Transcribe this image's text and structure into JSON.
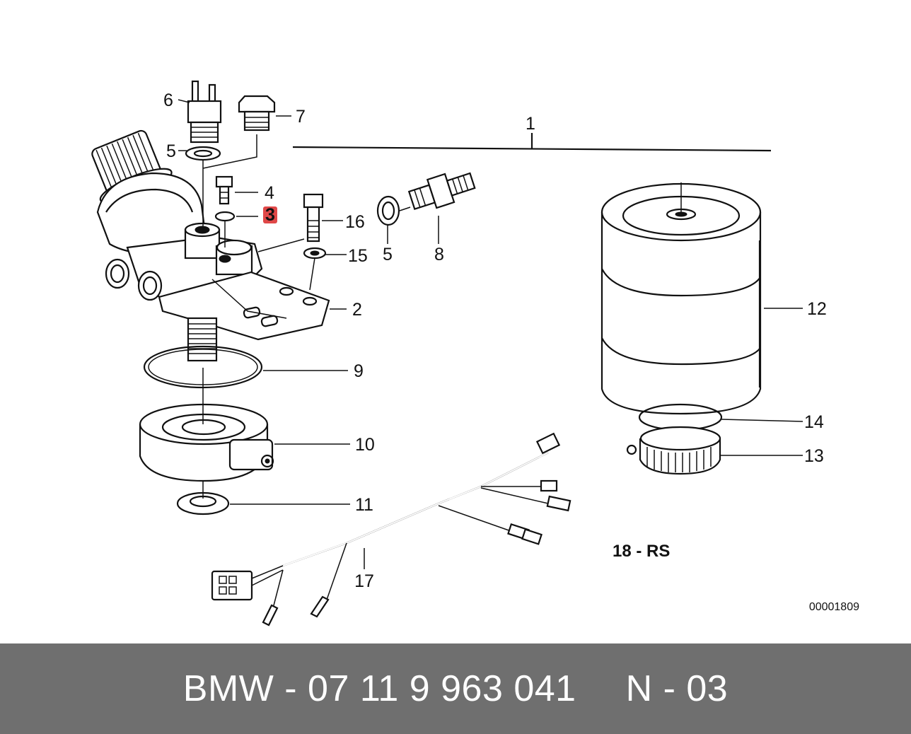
{
  "diagram": {
    "callouts": {
      "c1": "1",
      "c2": "2",
      "c3": "3",
      "c4": "4",
      "c5a": "5",
      "c5b": "5",
      "c6": "6",
      "c7": "7",
      "c8": "8",
      "c9": "9",
      "c10": "10",
      "c11": "11",
      "c12": "12",
      "c13": "13",
      "c14": "14",
      "c15": "15",
      "c16": "16",
      "c17": "17"
    },
    "highlighted_callout": "3",
    "highlight_color": "#e04848",
    "note": "18 - RS",
    "image_code": "00001809"
  },
  "footer": {
    "part_number": "BMW - 07 11 9 963 041",
    "position": "N - 03",
    "background_color": "#6f6f6f"
  }
}
